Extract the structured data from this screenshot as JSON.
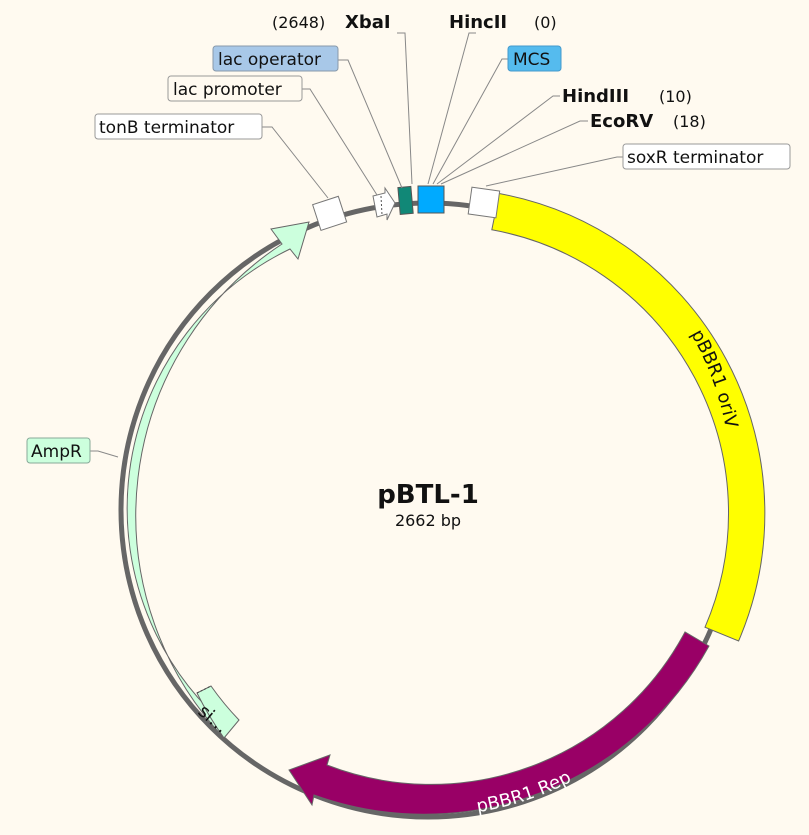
{
  "plasmid": {
    "name": "pBTL-1",
    "size_label": "2662 bp"
  },
  "enzymes": [
    {
      "name": "XbaI",
      "pos": "(2648)"
    },
    {
      "name": "HincII",
      "pos": "(0)"
    },
    {
      "name": "HindIII",
      "pos": "(10)"
    },
    {
      "name": "EcoRV",
      "pos": "(18)"
    }
  ],
  "features": {
    "lac_operator": "lac operator",
    "lac_promoter": "lac promoter",
    "tonb_terminator": "tonB terminator",
    "mcs": "MCS",
    "soxr_terminator": "soxR terminator",
    "pbbr1_oriv": "pBBR1 oriV",
    "pbbr1_rep": "pBBR1 Rep",
    "ampr": "AmpR",
    "sig": "si…"
  },
  "colors": {
    "background": "#fffaf0",
    "backbone": "#666666",
    "oriv": "#ffff00",
    "rep": "#990066",
    "ampr": "#ccffdd",
    "mcs": "#00aaff",
    "lac_operator": "#118877",
    "lac_operator_label": "#a8c8e8",
    "mcs_label": "#55bbee",
    "terminator": "#ffffff"
  }
}
